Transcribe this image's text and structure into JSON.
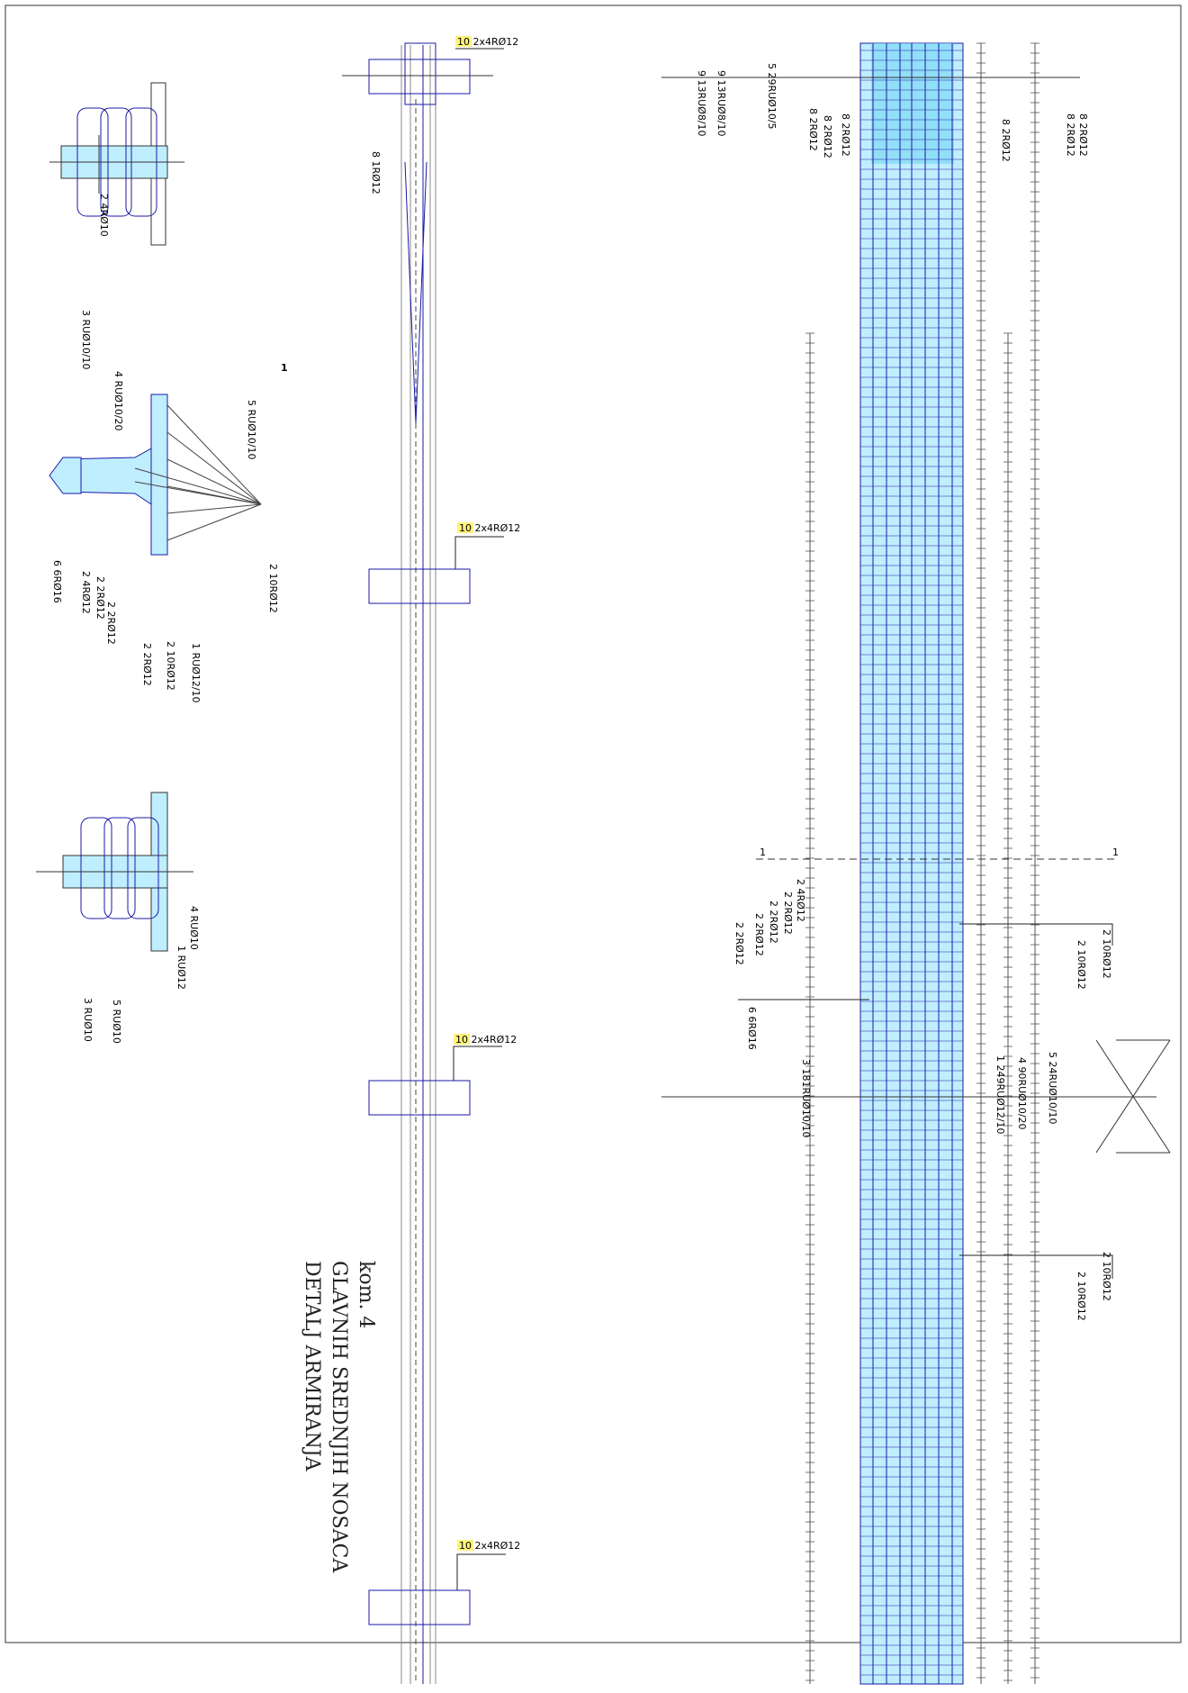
{
  "title": {
    "line1": "DETALJ ARMIRANJA",
    "line2": "GLAVNIH SREDNJIH NOSACA",
    "line3": "kom. 4"
  },
  "section_marker": "1",
  "colors": {
    "rebar_blue": "#1a1aa6",
    "concrete_fill": "#bfeeff",
    "tag_yellow": "#fff27a",
    "line_gray": "#888888"
  },
  "left_labels": [
    "2 4RØ10",
    "3 RUØ10/10",
    "4 RUØ10/20",
    "5 RUØ10/10",
    "2 10RØ12",
    "1 RUØ12/10",
    "2 10RØ12",
    "2 2RØ12",
    "2 2RØ12",
    "2 4RØ12",
    "2 2RØ12",
    "6 6RØ16",
    "4 RUØ10",
    "1 RUØ12",
    "3 RUØ10",
    "5 RUØ10"
  ],
  "mid_labels": [
    "10 2x4RØ12",
    "8 1RØ12",
    "10 2x4RØ12",
    "10 2x4RØ12",
    "10 2x4RØ12"
  ],
  "right_labels": [
    "5 29RUØ10/5",
    "9 13RUØ8/10",
    "9 13RUØ8/10",
    "8 2RØ12",
    "8 2RØ12",
    "8 2RØ12",
    "8 2RØ12",
    "8 2RØ12",
    "8 2RØ12",
    "2 4RØ12",
    "2 2RØ12",
    "2 2RØ12",
    "2 2RØ12",
    "2 2RØ12",
    "6 6RØ16",
    "2 10RØ12",
    "2 10RØ12",
    "3 181RUØ10/10",
    "1 249RUØ12/10",
    "4 90RUØ10/20",
    "5 24RUØ10/10",
    "2 10RØ12",
    "2 10RØ12"
  ]
}
